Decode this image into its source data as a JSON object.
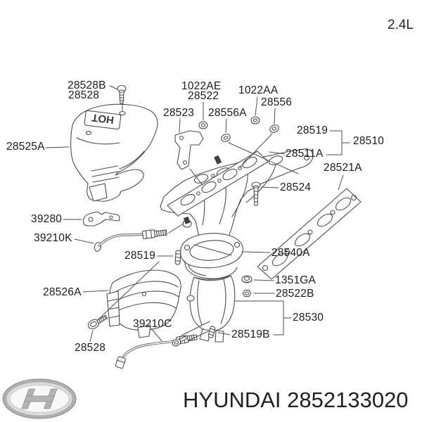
{
  "engine_badge": "2.4L",
  "diagram": {
    "hot_marking": "HOT"
  },
  "footer": {
    "brand": "HYUNDAI",
    "part_number": "2852133020"
  },
  "colors": {
    "line": "#4d4d4d",
    "label": "#1b1b1b",
    "logo_silver": "#b5b5b5",
    "background": "#ffffff"
  },
  "labels": {
    "l28528B": "28528B",
    "l28528top": "28528",
    "l1022AE": "1022AE",
    "l28522": "28522",
    "l1022AA": "1022AA",
    "l28523": "28523",
    "l28556A": "28556A",
    "l28556": "28556",
    "l28519top": "28519",
    "l28510": "28510",
    "l28511A": "28511A",
    "l28521A": "28521A",
    "l28524": "28524",
    "l28525A": "28525A",
    "l39280": "39280",
    "l39210K": "39210K",
    "l28519mid": "28519",
    "l28540A": "28540A",
    "l28526A": "28526A",
    "l1351GA": "1351GA",
    "l28522B": "28522B",
    "l28530": "28530",
    "l39210C": "39210C",
    "l28519B": "28519B",
    "l28528bot": "28528"
  }
}
